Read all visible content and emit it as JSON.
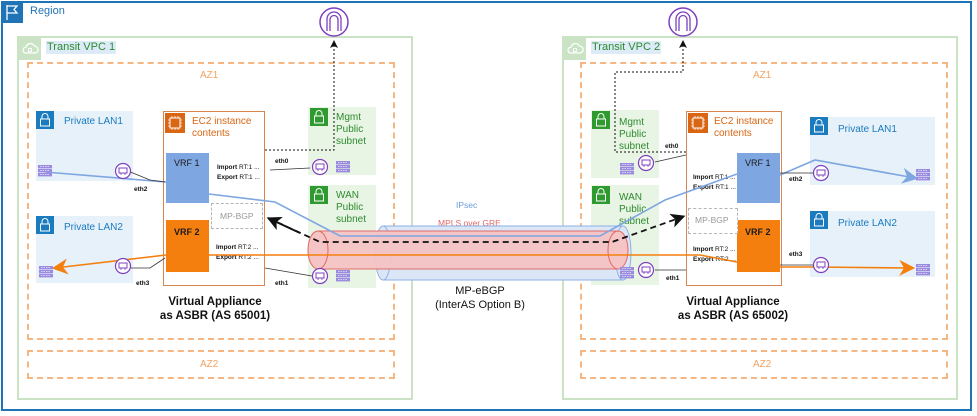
{
  "region": {
    "label": "Region",
    "icon": "flag-icon",
    "color": "#1f73b7"
  },
  "vpcs": [
    {
      "label": "Transit VPC 1",
      "az_primary": "AZ1",
      "az_secondary": "AZ2",
      "private_lans": [
        {
          "label": "Private LAN1"
        },
        {
          "label": "Private LAN2"
        }
      ],
      "mgmt_subnet": {
        "lines": [
          "Mgmt",
          "Public",
          "subnet"
        ]
      },
      "wan_subnet": {
        "lines": [
          "WAN",
          "Public",
          "subnet"
        ]
      },
      "ec2": {
        "label_lines": [
          "EC2 instance",
          "contents"
        ],
        "vrf1": {
          "label": "VRF 1",
          "import": "Import",
          "import_rt": "RT:1 ...",
          "export": "Export",
          "export_rt": "RT:1 ..."
        },
        "vrf2": {
          "label": "VRF 2",
          "import": "Import",
          "import_rt": "RT:2 ...",
          "export": "Export",
          "export_rt": "RT:2 ..."
        },
        "mp_bgp": "MP-BGP"
      },
      "interfaces": {
        "eth0": "eth0",
        "eth1": "eth1",
        "eth2": "eth2",
        "eth3": "eth3"
      },
      "appliance_lines": [
        "Virtual Appliance",
        "as ASBR (AS 65001)"
      ]
    },
    {
      "label": "Transit VPC 2",
      "az_primary": "AZ1",
      "az_secondary": "AZ2",
      "private_lans": [
        {
          "label": "Private LAN1"
        },
        {
          "label": "Private LAN2"
        }
      ],
      "mgmt_subnet": {
        "lines": [
          "Mgmt",
          "Public",
          "subnet"
        ]
      },
      "wan_subnet": {
        "lines": [
          "WAN",
          "Public",
          "subnet"
        ]
      },
      "ec2": {
        "label_lines": [
          "EC2 instance",
          "contents"
        ],
        "vrf1": {
          "label": "VRF 1",
          "import": "Import",
          "import_rt": "RT:1 ...",
          "export": "Export",
          "export_rt": "RT:1 ..."
        },
        "vrf2": {
          "label": "VRF 2",
          "import": "Import",
          "import_rt": "RT:2 ...",
          "export": "Export",
          "export_rt": "RT:2 ..."
        },
        "mp_bgp": "MP-BGP"
      },
      "interfaces": {
        "eth0": "eth0",
        "eth1": "eth1",
        "eth2": "eth2",
        "eth3": "eth3"
      },
      "appliance_lines": [
        "Virtual Appliance",
        "as ASBR (AS 65002)"
      ]
    }
  ],
  "tunnel": {
    "outer_label": "IPsec",
    "inner_label": "MPLS over GRE",
    "outer_color": "#6c9bd8",
    "inner_color": "#e06666"
  },
  "peering": {
    "lines": [
      "MP-eBGP",
      "(InterAS Option B)"
    ]
  },
  "colors": {
    "vrf1_path": "#7ea6e0",
    "vrf2_path": "#f57f0e",
    "internet_gateway": "#7d3fbf",
    "server_icon": "#9b8be0"
  }
}
